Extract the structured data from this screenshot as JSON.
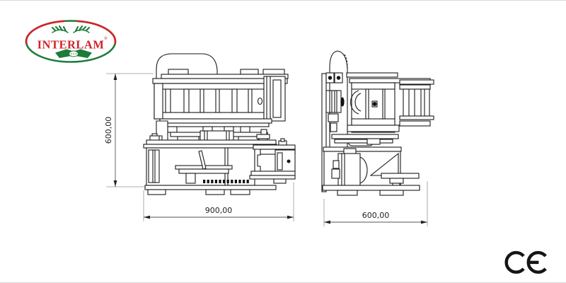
{
  "logo": {
    "brand": "INTERLAM",
    "registered_symbol": "®",
    "colors": {
      "green": "#1d7c3a",
      "red": "#d2232a",
      "background": "#ffffff"
    }
  },
  "drawing": {
    "front_view": {
      "height_label": "600,00",
      "width_label": "900,00"
    },
    "side_view": {
      "width_label": "600,00"
    },
    "colors": {
      "outline": "#1a1a1a",
      "extension_line": "#999999",
      "dimension_line": "#555555",
      "text": "#222222"
    }
  },
  "certification": {
    "label": "CE",
    "color": "#151515"
  }
}
